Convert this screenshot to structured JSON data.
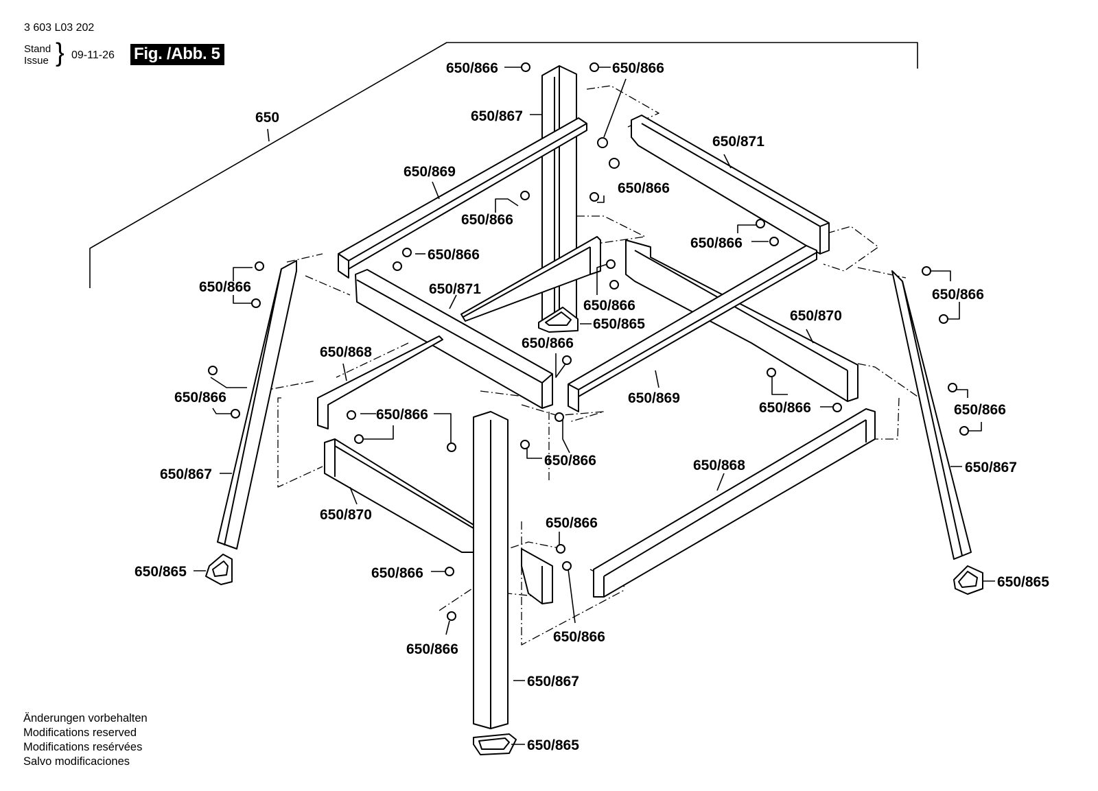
{
  "header": {
    "doc_number": "3 603 L03 202",
    "stand_label": "Stand",
    "issue_label": "Issue",
    "date": "09-11-26",
    "figure_label": "Fig. /Abb. 5"
  },
  "footer": {
    "notes": [
      "Änderungen vorbehalten",
      "Modifications reserved",
      "Modifications resérvées",
      "Salvo modificaciones"
    ]
  },
  "labels": {
    "assembly": "650",
    "screw": "650/866",
    "leg": "650/867",
    "foot": "650/865",
    "short_brace": "650/868",
    "long_brace_869": "650/869",
    "long_brace_870": "650/870",
    "top_rail": "650/871"
  }
}
